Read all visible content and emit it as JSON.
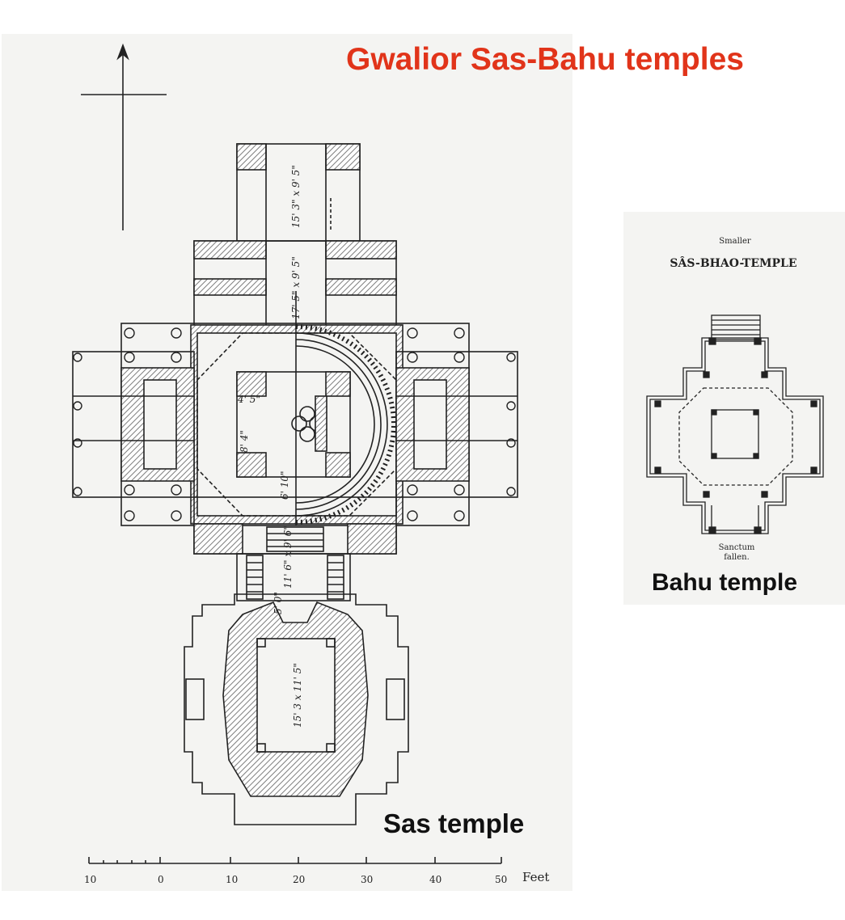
{
  "title": "Gwalior Sas-Bahu temples",
  "sas": {
    "label": "Sas temple",
    "dims": {
      "porch": "15' 3\" x 9' 5\"",
      "hall": "17' 5\" x 9' 5\"",
      "d1": "4' 5\"",
      "d2": "8' 4\"",
      "d3": "6' 10\"",
      "vest1": "11' 6\" x 9' 6\"",
      "vest2": "5' 0\"",
      "sanctum": "15' 3 x 11' 5\""
    },
    "scale": {
      "ticks": [
        "10",
        "0",
        "10",
        "20",
        "30",
        "40",
        "50"
      ],
      "unit": "Feet"
    }
  },
  "bahu": {
    "label": "Bahu temple",
    "caption_small": "Smaller",
    "caption_main": "SÂS-BHAO-TEMPLE",
    "note1": "Sanctum",
    "note2": "fallen."
  },
  "colors": {
    "title": "#e1341a",
    "ink": "#222222",
    "hatch": "#8a8a8a",
    "paper": "#f4f4f2"
  }
}
